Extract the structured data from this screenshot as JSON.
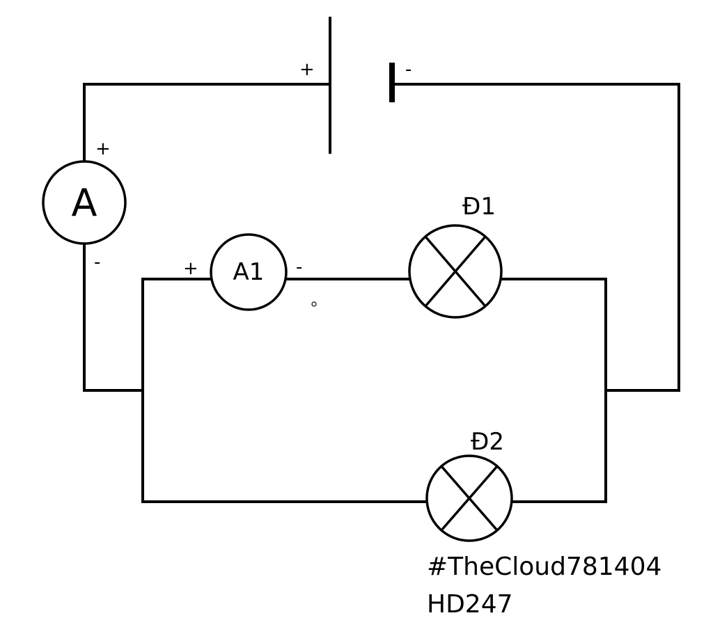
{
  "circuit": {
    "battery": {
      "plus_sign": "+",
      "minus_sign": "-"
    },
    "ammeter_main": {
      "label": "A",
      "plus_sign": "+",
      "minus_sign": "-"
    },
    "ammeter_branch": {
      "label": "A1",
      "plus_sign": "+",
      "minus_sign": "-"
    },
    "bulb1": {
      "label": "Đ1"
    },
    "bulb2": {
      "label": "Đ2"
    }
  },
  "caption": {
    "line1": "#TheCloud781404",
    "line2": "HD247"
  }
}
